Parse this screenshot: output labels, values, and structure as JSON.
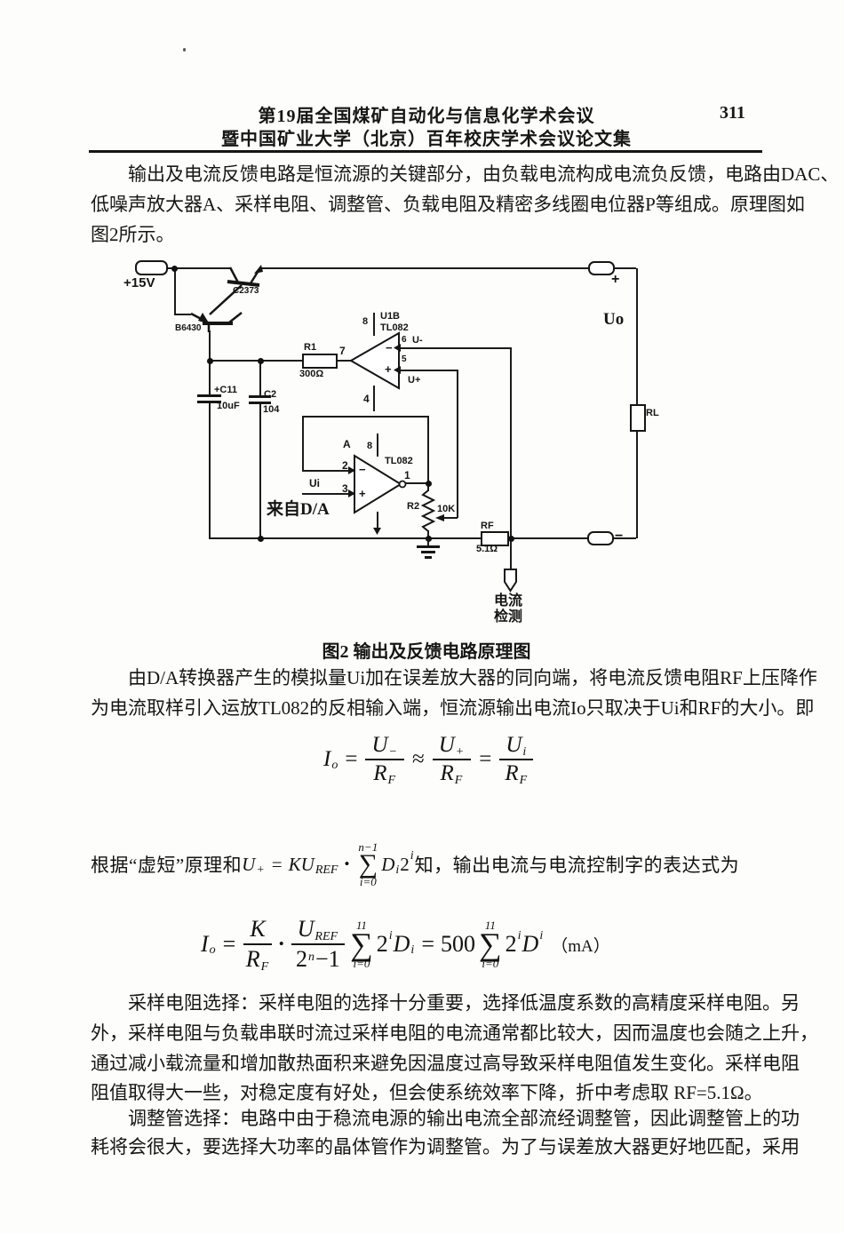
{
  "header": {
    "line1": "第19届全国煤矿自动化与信息化学术会议",
    "line2": "暨中国矿业大学（北京）百年校庆学术会议论文集",
    "page_number": "311"
  },
  "body": {
    "p1": [
      "输出及电流反馈电路是恒流源的关键部分，由负载电流构成电流负反馈，电路由DAC、",
      "低噪声放大器A、采样电阻、调整管、负载电阻及精密多线圈电位器P等组成。原理图如",
      "图2所示。"
    ],
    "caption": "图2 输出及反馈电路原理图",
    "p2": [
      "由D/A转换器产生的模拟量Ui加在误差放大器的同向端，将电流反馈电阻RF上压降作",
      "为电流取样引入运放TL082的反相输入端，恒流源输出电流Io只取决于Ui和RF的大小。即"
    ],
    "p3": [
      "采样电阻选择：采样电阻的选择十分重要，选择低温度系数的高精度采样电阻。另",
      "外，采样电阻与负载串联时流过采样电阻的电流通常都比较大，因而温度也会随之上升，",
      "通过减小载流量和增加散热面积来避免因温度过高导致采样电阻值发生变化。采样电阻",
      "阻值取得大一些，对稳定度有好处，但会使系统效率下降，折中考虑取 RF=5.1Ω。"
    ],
    "p4": [
      "调整管选择：电路中由于稳流电源的输出电流全部流经调整管，因此调整管上的功",
      "耗将会很大，要选择大功率的晶体管作为调整管。为了与误差放大器更好地匹配，采用"
    ]
  },
  "eq1": {
    "lhs": "I",
    "lhs_sub": "o",
    "rel1": "=",
    "num1": "U",
    "num1_sub": "−",
    "den1": "R",
    "den1_sub": "F",
    "rel2": "≈",
    "num2": "U",
    "num2_sub": "+",
    "den2": "R",
    "den2_sub": "F",
    "rel3": "=",
    "num3": "U",
    "num3_sub": "i",
    "den3": "R",
    "den3_sub": "F"
  },
  "inline_formula": {
    "prefix": "根据“虚短”原理和",
    "var": "U",
    "var_sub": "+",
    "rel": "=",
    "coef": "KU",
    "coef_sub": "REF",
    "dot": "•",
    "sigma": "∑",
    "sum_upper": "n−1",
    "sum_lower": "i=0",
    "term_var": "D",
    "term_var_sub": "i",
    "term_base": "2",
    "term_sup": "i",
    "suffix": "知，输出电流与电流控制字的表达式为"
  },
  "eq2": {
    "lhs": "I",
    "lhs_sub": "o",
    "rel1": "=",
    "num1": "K",
    "den1": "R",
    "den1_sub": "F",
    "dot": "•",
    "num2": "U",
    "num2_sub": "REF",
    "den2_base": "2",
    "den2_sup": "n",
    "den2_rest": "−1",
    "sigma1": "∑",
    "sum_upper": "11",
    "sum_lower": "i=0",
    "term1_base": "2",
    "term1_sup": "i",
    "term1_var": "D",
    "term1_var_sub": "i",
    "rel2": "=",
    "coef": "500",
    "sigma2": "∑",
    "sum2_upper": "11",
    "sum2_lower": "i=0",
    "term2_base": "2",
    "term2_sup": "i",
    "term2_var": "D",
    "term2_var_sup": "i",
    "unit": "（mA）"
  },
  "circuit": {
    "supply_label": "+15V",
    "q_top": "C2373",
    "q_bottom": "B6430",
    "r1_name": "R1",
    "r1_value": "300Ω",
    "c11_name": "+C11",
    "c11_value": "10uF",
    "c2_name": "C2",
    "c2_value": "104",
    "u1b_pin7": "7",
    "u1b_pin8": "8",
    "u1b_name": "U1B",
    "u1b_chip": "TL082",
    "u1b_pin6": "6",
    "u1b_vneg": "U-",
    "u1b_pin5": "5",
    "u1b_vpos": "U+",
    "u1b_pin4": "4",
    "a_name": "A",
    "a_pin8": "8",
    "a_chip": "TL082",
    "a_pin2": "2",
    "a_pin3": "3",
    "a_pin1": "1",
    "a_minus": "−",
    "a_plus": "+",
    "u1b_minus": "−",
    "u1b_plus": "+",
    "ui_label": "Ui",
    "dac_label": "来自D/A",
    "r2_name": "R2",
    "r2_value": "10K",
    "rf_name": "RF",
    "rf_value": "5.1Ω",
    "rl_name": "RL",
    "uo_label": "Uo",
    "plus_label": "+",
    "minus_label": "−",
    "sense_line1": "电流",
    "sense_line2": "检测"
  }
}
